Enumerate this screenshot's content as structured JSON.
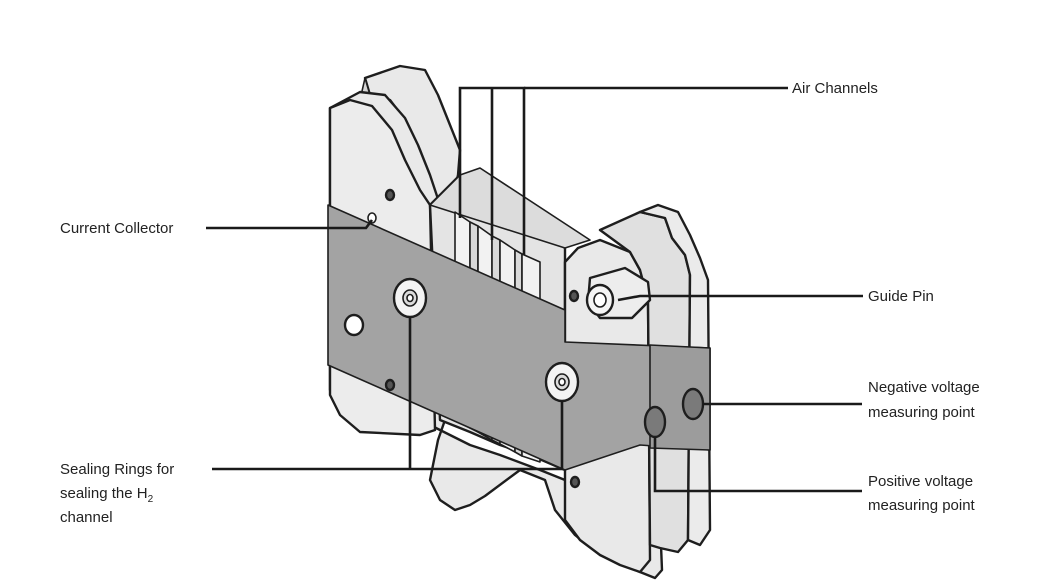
{
  "labels": {
    "air_channels": "Air Channels",
    "current_collector": "Current Collector",
    "guide_pin": "Guide Pin",
    "negative_voltage_line1": "Negative voltage",
    "negative_voltage_line2": "measuring point",
    "positive_voltage_line1": "Positive voltage",
    "positive_voltage_line2": "measuring point",
    "sealing_rings_line1": "Sealing Rings for",
    "sealing_rings_line2_prefix": "sealing the H",
    "sealing_rings_line2_subscript": "2",
    "sealing_rings_line3": "channel"
  },
  "colors": {
    "body_fill": "#e9e9e9",
    "body_shade": "#d6d6d6",
    "band_fill": "#a3a3a3",
    "outline": "#1e1e1e",
    "voltage_point_fill": "#7a7a7a"
  }
}
